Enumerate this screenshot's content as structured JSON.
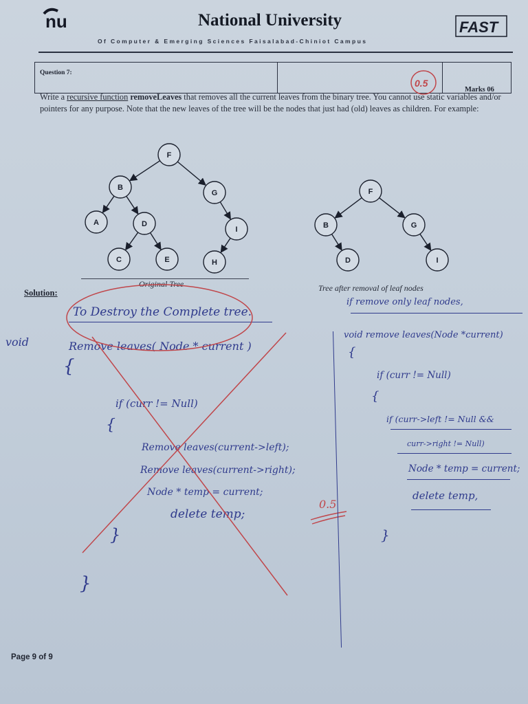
{
  "header": {
    "university": "National University",
    "subtitle": "Of Computer & Emerging Sciences Faisalabad-Chiniot Campus",
    "logo_left_text": "nu",
    "logo_right_text": "FAST"
  },
  "question": {
    "label": "Question 7:",
    "marks": "Marks 06",
    "score_circle": "0.5",
    "text_pre": "Write a ",
    "text_link": "recursive function",
    "text_fn": "removeLeaves",
    "text_post": " that removes all the current leaves from the binary tree. You cannot use static variables and/or pointers for any purpose. Note that the new leaves of the tree will be the nodes that just had (old) leaves as children. For example:"
  },
  "original_tree": {
    "caption": "Original Tree",
    "nodes": [
      "F",
      "B",
      "G",
      "A",
      "D",
      "I",
      "C",
      "E",
      "H"
    ]
  },
  "after_tree": {
    "caption": "Tree after removal of leaf nodes",
    "nodes": [
      "F",
      "B",
      "G",
      "D",
      "I"
    ]
  },
  "solution_label": "Solution:",
  "left_answer": {
    "heading": "To Destroy the Complete tree.",
    "void": "void",
    "signature": "Remove leaves( Node * current )",
    "brace_open": "{",
    "if_line": "if (curr != Null)",
    "brace_open2": "{",
    "body": [
      "Remove leaves(current->left);",
      "Remove leaves(current->right);",
      "Node * temp = current;",
      "delete temp;"
    ],
    "brace_close": "}",
    "brace_close2": "}"
  },
  "right_answer": {
    "note": "if remove only leaf nodes,",
    "signature": "void remove leaves(Node *current)",
    "brace_open": "{",
    "if_line": "if (curr != Null)",
    "brace_open2": "{",
    "if2_line1": "if (curr->left != Null &&",
    "if2_line2": "curr->right != Null)",
    "body": [
      "Node * temp = current;",
      "delete temp,"
    ],
    "brace_close": "}"
  },
  "grade_mark": "0.5",
  "footer": "Page 9 of 9",
  "colors": {
    "paper": "#c4cfdb",
    "ink_print": "#1f2430",
    "ink_pen": "#2f3a8c",
    "ink_red": "#c0464a"
  }
}
